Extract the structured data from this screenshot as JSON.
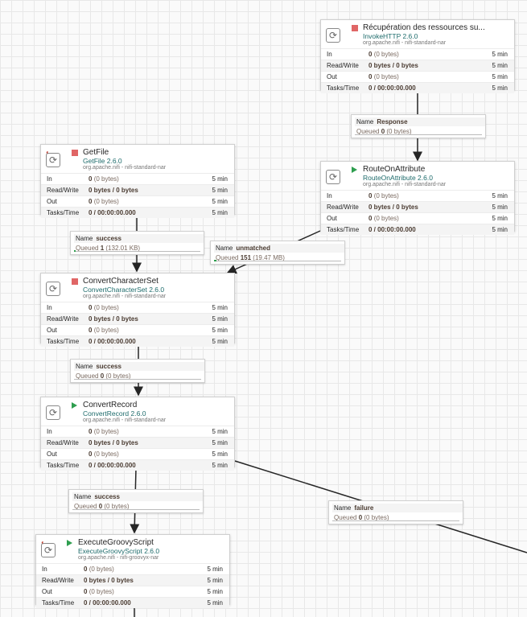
{
  "processors": [
    {
      "id": "p1",
      "name": "Récupération des ressources su...",
      "type": "InvokeHTTP 2.6.0",
      "bundle": "org.apache.nifi - nifi-standard-nar",
      "state": "stopped",
      "warning": false,
      "stats": {
        "in": "0",
        "in_bytes": "(0 bytes)",
        "rw": "0 bytes / 0 bytes",
        "out": "0",
        "out_bytes": "(0 bytes)",
        "tasks": "0 / 00:00:00.000",
        "window": "5 min"
      }
    },
    {
      "id": "p2",
      "name": "GetFile",
      "type": "GetFile 2.6.0",
      "bundle": "org.apache.nifi - nifi-standard-nar",
      "state": "stopped",
      "warning": true,
      "stats": {
        "in": "0",
        "in_bytes": "(0 bytes)",
        "rw": "0 bytes / 0 bytes",
        "out": "0",
        "out_bytes": "(0 bytes)",
        "tasks": "0 / 00:00:00.000",
        "window": "5 min"
      }
    },
    {
      "id": "p3",
      "name": "RouteOnAttribute",
      "type": "RouteOnAttribute 2.6.0",
      "bundle": "org.apache.nifi - nifi-standard-nar",
      "state": "running",
      "warning": false,
      "stats": {
        "in": "0",
        "in_bytes": "(0 bytes)",
        "rw": "0 bytes / 0 bytes",
        "out": "0",
        "out_bytes": "(0 bytes)",
        "tasks": "0 / 00:00:00.000",
        "window": "5 min"
      }
    },
    {
      "id": "p4",
      "name": "ConvertCharacterSet",
      "type": "ConvertCharacterSet 2.6.0",
      "bundle": "org.apache.nifi - nifi-standard-nar",
      "state": "stopped",
      "warning": false,
      "stats": {
        "in": "0",
        "in_bytes": "(0 bytes)",
        "rw": "0 bytes / 0 bytes",
        "out": "0",
        "out_bytes": "(0 bytes)",
        "tasks": "0 / 00:00:00.000",
        "window": "5 min"
      }
    },
    {
      "id": "p5",
      "name": "ConvertRecord",
      "type": "ConvertRecord 2.6.0",
      "bundle": "org.apache.nifi - nifi-standard-nar",
      "state": "running",
      "warning": false,
      "stats": {
        "in": "0",
        "in_bytes": "(0 bytes)",
        "rw": "0 bytes / 0 bytes",
        "out": "0",
        "out_bytes": "(0 bytes)",
        "tasks": "0 / 00:00:00.000",
        "window": "5 min"
      }
    },
    {
      "id": "p6",
      "name": "ExecuteGroovyScript",
      "type": "ExecuteGroovyScript 2.6.0",
      "bundle": "org.apache.nifi - nifi-groovyx-nar",
      "state": "running",
      "warning": true,
      "stats": {
        "in": "0",
        "in_bytes": "(0 bytes)",
        "rw": "0 bytes / 0 bytes",
        "out": "0",
        "out_bytes": "(0 bytes)",
        "tasks": "0 / 00:00:00.000",
        "window": "5 min"
      }
    }
  ],
  "labels": {
    "in": "In",
    "rw": "Read/Write",
    "out": "Out",
    "tasks": "Tasks/Time",
    "name": "Name",
    "queued": "Queued"
  },
  "connections": [
    {
      "id": "c1",
      "name": "Response",
      "queued": "0",
      "size": "(0 bytes)",
      "fill": 0
    },
    {
      "id": "c2",
      "name": "success",
      "queued": "1",
      "size": "(132.01 KB)",
      "fill": 0.01
    },
    {
      "id": "c3",
      "name": "unmatched",
      "queued": "151",
      "size": "(19.47 MB)",
      "fill": 0.02
    },
    {
      "id": "c4",
      "name": "success",
      "queued": "0",
      "size": "(0 bytes)",
      "fill": 0
    },
    {
      "id": "c5",
      "name": "success",
      "queued": "0",
      "size": "(0 bytes)",
      "fill": 0
    },
    {
      "id": "c6",
      "name": "failure",
      "queued": "0",
      "size": "(0 bytes)",
      "fill": 0
    }
  ],
  "colors": {
    "stopped": "#e06666",
    "running": "#2e9e4f",
    "type_text": "#1d6b6b",
    "value_text": "#4a3b31"
  },
  "icons": {
    "processor": "processor-icon",
    "warning": "warning-icon",
    "stopped": "stopped-icon",
    "running": "running-icon"
  }
}
